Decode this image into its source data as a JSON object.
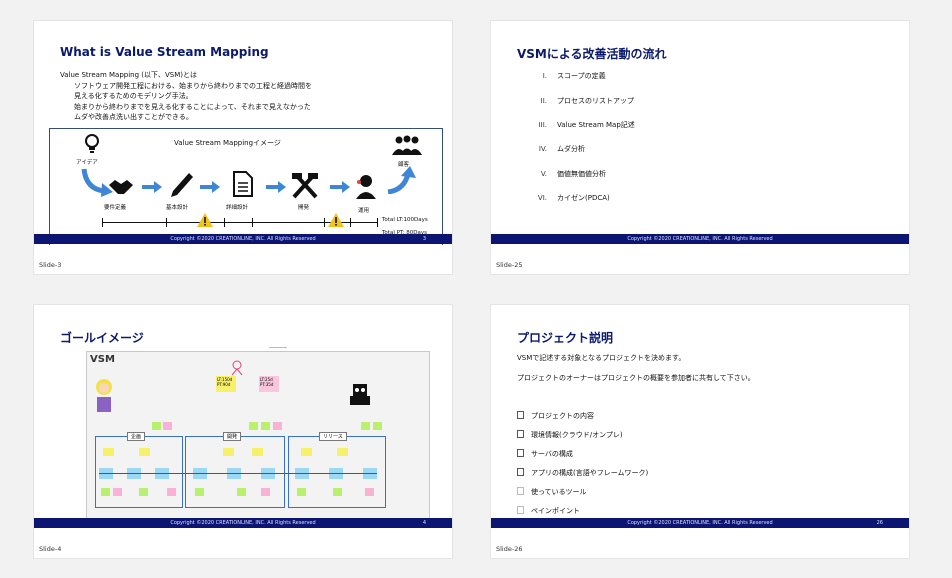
{
  "slides": [
    {
      "label": "Slide-3",
      "title": "What is Value Stream Mapping",
      "footer": "Copyright ©2020 CREATIONLINE, INC. All Rights Reserved",
      "page_num": "3",
      "body_lines": [
        "Value Stream Mapping (以下、VSM)とは",
        "ソフトウェア開発工程における、始まりから終わりまでの工程と経過時間を",
        "見える化するためのモデリング手法。",
        "始まりから終わりまでを見える化することによって、それまで見えなかった",
        "ムダや改善点洗い出すことができる。"
      ],
      "diagram": {
        "title": "Value Stream Mappingイメージ",
        "idea": "アイデア",
        "customer": "顧客",
        "steps": [
          "要件定義",
          "基本設計",
          "詳細設計",
          "開発",
          "運用"
        ],
        "total_lt": "Total LT:100Days",
        "total_pt": "Total PT: 80Days"
      }
    },
    {
      "label": "Slide-25",
      "title": "VSMによる改善活動の流れ",
      "footer": "Copyright ©2020 CREATIONLINE, INC. All Rights Reserved",
      "items": [
        {
          "num": "I.",
          "text": "スコープの定義"
        },
        {
          "num": "II.",
          "text": "プロセスのリストアップ"
        },
        {
          "num": "III.",
          "text": "Value Stream Map記述"
        },
        {
          "num": "IV.",
          "text": "ムダ分析"
        },
        {
          "num": "V.",
          "text": "価値無価値分析"
        },
        {
          "num": "VI.",
          "text": "カイゼン(PDCA)"
        }
      ]
    },
    {
      "label": "Slide-4",
      "title": "ゴールイメージ",
      "footer": "Copyright ©2020 CREATIONLINE, INC. All Rights Reserved",
      "page_num": "4",
      "vsm": {
        "heading": "VSM",
        "note1": "LT:150d PT:90d",
        "note2": "LT:25d PT:35d",
        "groups": [
          "企画",
          "開発",
          "リリース"
        ]
      }
    },
    {
      "label": "Slide-26",
      "title": "プロジェクト説明",
      "footer": "Copyright ©2020 CREATIONLINE, INC. All Rights Reserved",
      "page_num": "26",
      "intro": [
        "VSMで記述する対象となるプロジェクトを決めます。",
        "プロジェクトのオーナーはプロジェクトの概要を参加者に共有して下さい。"
      ],
      "bullets": [
        "プロジェクトの内容",
        "環境情報(クラウド/オンプレ)",
        "サーバの構成",
        "アプリの構成(言語やフレームワーク)",
        "使っているツール",
        "ペインポイント"
      ]
    }
  ],
  "colors": {
    "title": "#0c1a6b",
    "footer_bg": "#0d1573",
    "arrow": "#3f86d6",
    "warning": "#f3c21b"
  }
}
